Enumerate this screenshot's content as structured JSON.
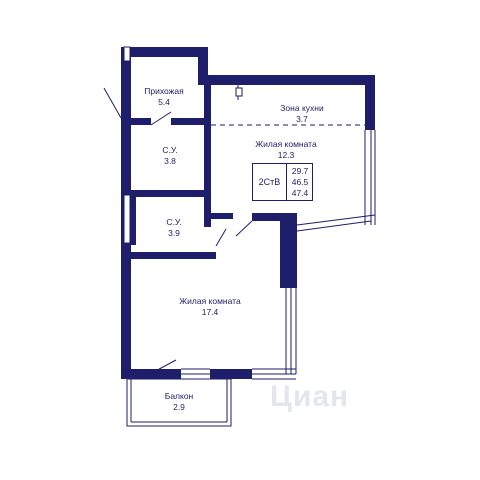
{
  "colors": {
    "wall": "#1e1e6b",
    "background": "#ffffff",
    "watermark": "#c9cfd8"
  },
  "rooms": {
    "hallway": {
      "name": "Прихожая",
      "area": "5.4"
    },
    "kitchen": {
      "name": "Зона кухни",
      "area": "3.7"
    },
    "living_upper": {
      "name": "Жилая комната",
      "area": "12.3"
    },
    "bath_upper": {
      "name": "С.У.",
      "area": "3.8"
    },
    "bath_lower": {
      "name": "С.У.",
      "area": "3.9"
    },
    "living_lower": {
      "name": "Жилая комната",
      "area": "17.4"
    },
    "balcony": {
      "name": "Балкон",
      "area": "2.9"
    }
  },
  "summary": {
    "type": "2СтВ",
    "areas": [
      "29.7",
      "46.5",
      "47.4"
    ]
  },
  "watermark": "Циан"
}
